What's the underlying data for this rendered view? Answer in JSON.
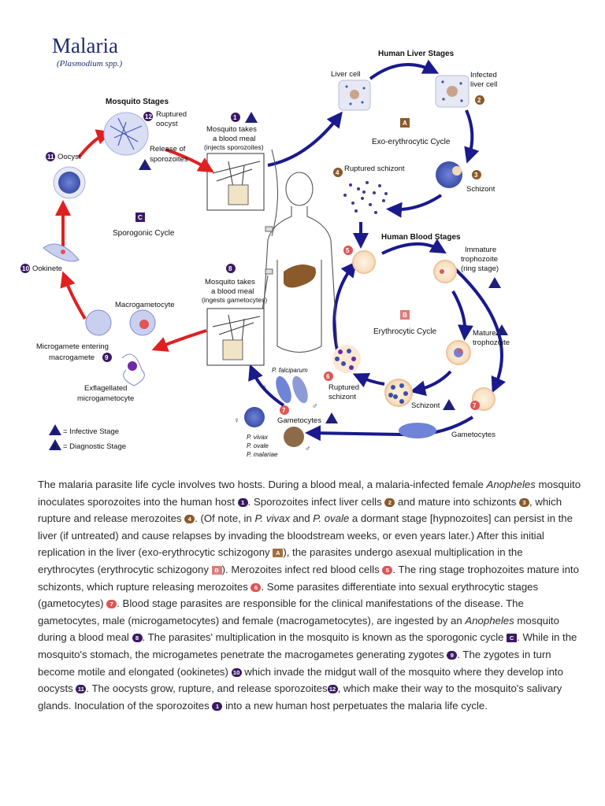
{
  "diagram": {
    "title": "Malaria",
    "subtitle": "(Plasmodium spp.)",
    "sections": {
      "mosquito": "Mosquito Stages",
      "liver": "Human Liver Stages",
      "blood": "Human Blood Stages"
    },
    "cycles": {
      "A": {
        "badge": "A",
        "label": "Exo-erythrocytic Cycle"
      },
      "B": {
        "badge": "B",
        "label": "Erythrocytic Cycle"
      },
      "C": {
        "badge": "C",
        "label": "Sporogonic Cycle"
      }
    },
    "steps": {
      "s1": {
        "num": "1",
        "line1": "Mosquito takes",
        "line2": "a blood meal",
        "line3": "(injects sporozoites)"
      },
      "s8": {
        "num": "8",
        "line1": "Mosquito takes",
        "line2": "a blood meal",
        "line3": "(ingests gametocytes)"
      },
      "s2": {
        "num": "2",
        "label1": "Infected",
        "label2": "liver cell"
      },
      "liver_cell": "Liver cell",
      "s3": {
        "num": "3",
        "label": "Schizont"
      },
      "s4": {
        "num": "4",
        "label": "Ruptured schizont"
      },
      "s5": {
        "num": "5"
      },
      "immature": {
        "line1": "Immature",
        "line2": "trophozoite",
        "line3": "(ring stage)"
      },
      "mature": {
        "line1": "Mature",
        "line2": "trophozoite"
      },
      "schizont_blood": "Schizont",
      "s6": {
        "num": "6",
        "line1": "Ruptured",
        "line2": "schizont"
      },
      "s7": {
        "num": "7",
        "label": "Gametocytes"
      },
      "s7b": {
        "num": "7",
        "label": "Gametocytes"
      },
      "s12": {
        "num": "12",
        "line1": "Ruptured",
        "line2": "oocyst"
      },
      "release": {
        "line1": "Release of",
        "line2": "sporozoites"
      },
      "s11": {
        "num": "11",
        "label": "Oocyst"
      },
      "s10": {
        "num": "10",
        "label": "Ookinete"
      },
      "s9": {
        "num": "9",
        "line1": "Microgamete entering",
        "line2": "macrogamete"
      },
      "macro": "Macrogametocyte",
      "exfl": {
        "line1": "Exflagellated",
        "line2": "microgametocyte"
      },
      "falciparum": "P. falciparum",
      "species": [
        "P. vivax",
        "P. ovale",
        "P. malariae"
      ]
    },
    "legend": {
      "infective": {
        "symbol": "i",
        "label": "= Infective Stage"
      },
      "diagnostic": {
        "symbol": "d",
        "label": "= Diagnostic Stage"
      }
    },
    "colors": {
      "arrow_blue": "#1a1a8c",
      "arrow_red": "#e02020",
      "cell_blue": "#5b6fc8",
      "badge_purple": "#3a1a63"
    }
  },
  "article": {
    "p1": "The malaria parasite life cycle involves two hosts. During a blood meal, a malaria-infected female",
    "anopheles": "Anopheles",
    "p2": "mosquito inoculates sporozoites into the human host",
    "m1": "1",
    "p3": ". Sporozoites infect liver cells",
    "m2": "2",
    "p4": "and mature into schizonts",
    "m3": "3",
    "p5": ", which rupture and release merozoites",
    "m4": "4",
    "p6": ". (Of note, in",
    "vivax": "P. vivax",
    "p7": "and",
    "ovale": "P. ovale",
    "p8": "a dormant stage [hypnozoites] can persist in the liver (if untreated) and cause relapses by invading the bloodstream weeks, or even years later.) After this initial replication in the liver (exo-erythrocytic schizogony",
    "mA": "A",
    "p9": "), the parasites undergo asexual multiplication in the erythrocytes (erythrocytic schizogony",
    "mB": "B",
    "p10": "). Merozoites infect red blood cells",
    "m5": "5",
    "p11": ". The ring stage trophozoites mature into schizonts, which rupture releasing merozoites",
    "m6": "6",
    "p12": ". Some parasites differentiate into sexual erythrocytic stages (gametocytes)",
    "m7": "7",
    "p13": ". Blood stage parasites are responsible for the clinical manifestations of the disease. The gametocytes, male (microgametocytes) and female (macrogametocytes), are ingested by an",
    "anopheles2": "Anopheles",
    "p14": "mosquito during a blood meal",
    "m8": "8",
    "p15": ". The parasites' multiplication in the mosquito is known as the sporogonic cycle",
    "mC": "C",
    "p16": ". While in the mosquito's stomach, the microgametes penetrate the macrogametes generating zygotes",
    "m9": "9",
    "p17": ". The zygotes in turn become motile and elongated (ookinetes)",
    "m10": "10",
    "p18": "which invade the midgut wall of the mosquito where they develop into oocysts",
    "m11": "11",
    "p19": ". The oocysts grow, rupture, and release sporozoites",
    "m12": "12",
    "p20": ", which make their way to the mosquito's salivary glands. Inoculation of the sporozoites",
    "m1b": "1",
    "p21": "into a new human host perpetuates the malaria life cycle."
  }
}
